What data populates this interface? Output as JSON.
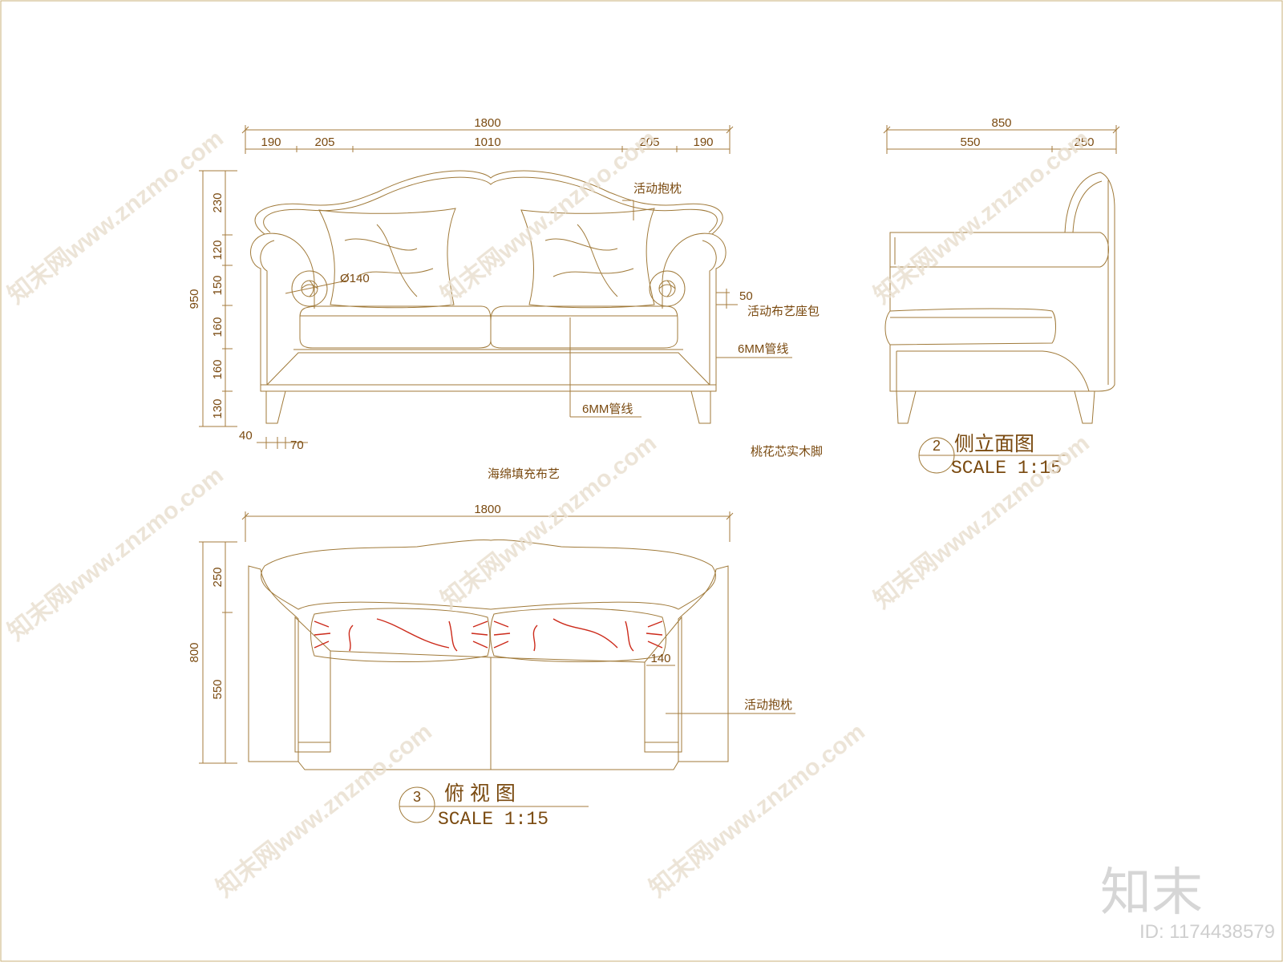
{
  "colors": {
    "line": "#a07a3a",
    "text": "#7a4a10",
    "accent": "#cc2a1a",
    "watermark": "#e9dfd0"
  },
  "front": {
    "width_total": "1800",
    "widths": [
      "190",
      "205",
      "1010",
      "205",
      "190"
    ],
    "height_total": "950",
    "heights": [
      "230",
      "120",
      "150",
      "160",
      "160",
      "130"
    ],
    "leg_dims": [
      "40",
      "70"
    ],
    "bolster_dia": "Ø140",
    "seat_gap": "50",
    "labels": {
      "pillow": "活动抱枕",
      "cushion": "活动布艺座包",
      "piping_arm": "6MM管线",
      "piping_seat": "6MM管线",
      "legs": "桃花芯实木脚",
      "foam": "海绵填充布艺"
    }
  },
  "side": {
    "width_total": "850",
    "widths": [
      "550",
      "250"
    ],
    "title_number": "2",
    "title": "侧立面图",
    "scale": "SCALE 1:15"
  },
  "top": {
    "width_total": "1800",
    "height_total": "800",
    "heights": [
      "250",
      "550"
    ],
    "bolster_dim": "140",
    "pillow_label": "活动抱枕",
    "title_number": "3",
    "title": "俯 视 图",
    "scale": "SCALE 1:15"
  },
  "watermark": {
    "text": "知末网www.znzmo.com",
    "logo": "知末",
    "id": "ID: 1174438579"
  }
}
